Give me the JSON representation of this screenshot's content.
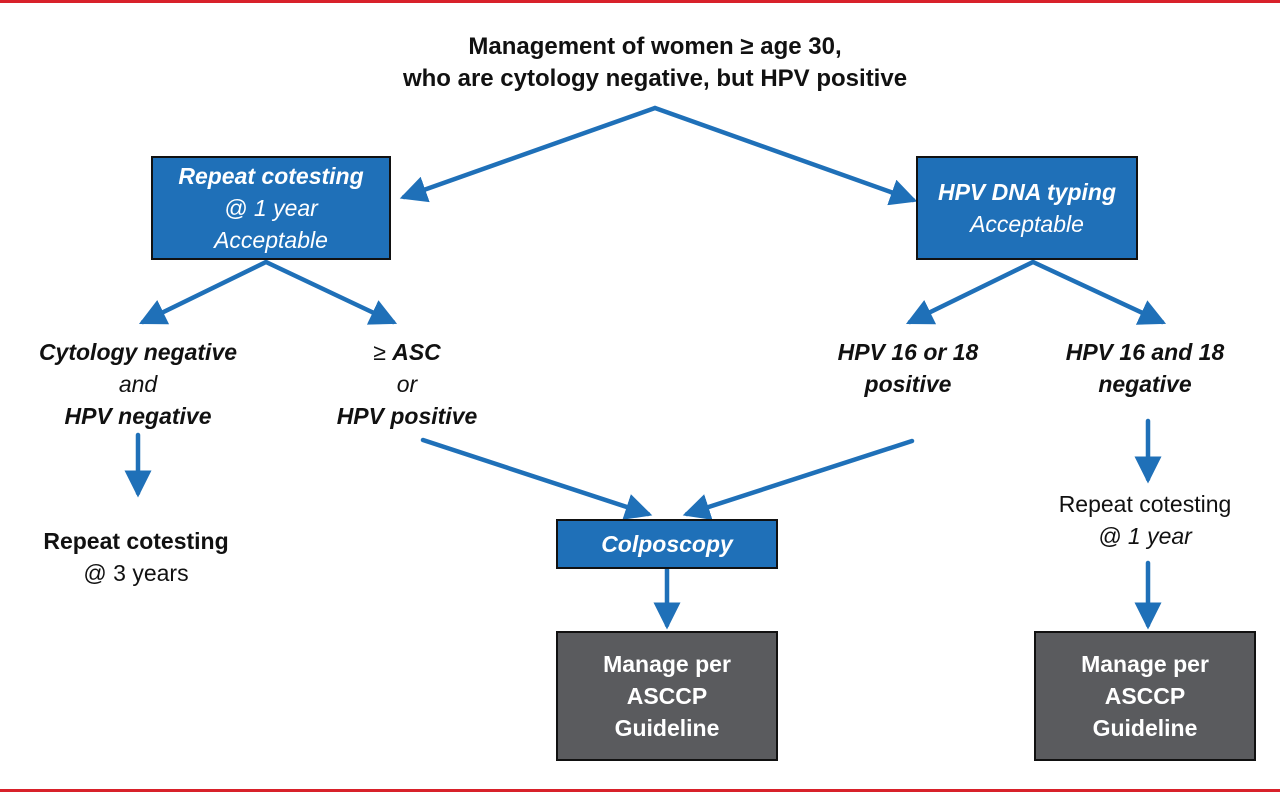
{
  "header": {
    "line1": "Management of women ≥ age 30,",
    "line2": "who are cytology negative, but HPV positive"
  },
  "repeat_cotesting_box": {
    "title": "Repeat cotesting",
    "line2": "@ 1 year",
    "line3": "Acceptable"
  },
  "hpv_typing_box": {
    "title": "HPV DNA typing",
    "line2": "Acceptable"
  },
  "outcome_cyto_neg": {
    "line1": "Cytology negative",
    "line2": "and",
    "line3": "HPV negative"
  },
  "outcome_asc": {
    "symbol": "≥ ",
    "line1": "ASC",
    "line2": "or",
    "line3": "HPV positive"
  },
  "outcome_hpv1618_pos": {
    "line1": "HPV 16 or 18",
    "line2": "positive"
  },
  "outcome_hpv1618_neg": {
    "line1": "HPV 16 and 18",
    "line2": "negative"
  },
  "repeat_3yr": {
    "line1": "Repeat cotesting",
    "line2": "@ 3 years"
  },
  "colposcopy_box": {
    "label": "Colposcopy"
  },
  "repeat_1yr": {
    "line1": "Repeat cotesting",
    "line2": "@ 1 year"
  },
  "manage_left": {
    "line1": "Manage per",
    "line2": "ASCCP",
    "line3": "Guideline"
  },
  "manage_right": {
    "line1": "Manage per",
    "line2": "ASCCP",
    "line3": "Guideline"
  },
  "colors": {
    "border": "#d8212a",
    "arrow": "#1f70b8",
    "box_blue": "#1f70b8",
    "box_gray": "#5a5b5e"
  }
}
